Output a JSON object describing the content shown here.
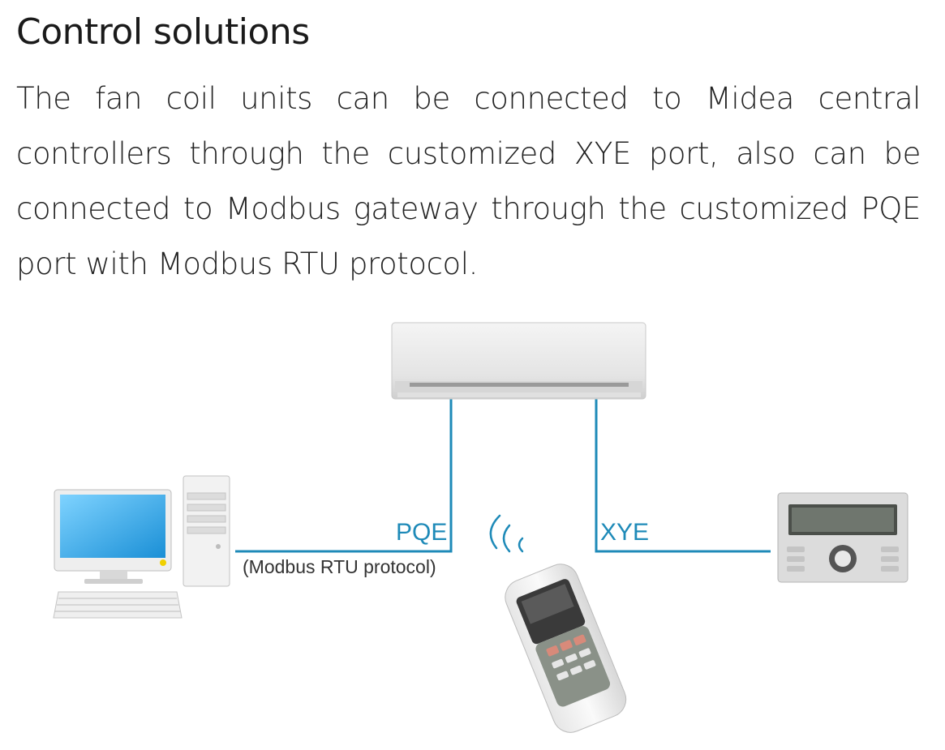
{
  "title": "Control solutions",
  "paragraph": "The fan coil units can be connected to Midea central controllers through the customized XYE port, also can be connected to Modbus gateway through the customized PQE port with Modbus RTU protocol.",
  "diagram": {
    "pqe_label": "PQE",
    "pqe_sub_label": "(Modbus RTU protocol)",
    "xye_label": "XYE",
    "line_color": "#1e8ab8",
    "icons": [
      "indoor-unit-icon",
      "computer-icon",
      "remote-controller-icon",
      "wireless-signal-icon",
      "central-controller-icon"
    ]
  }
}
